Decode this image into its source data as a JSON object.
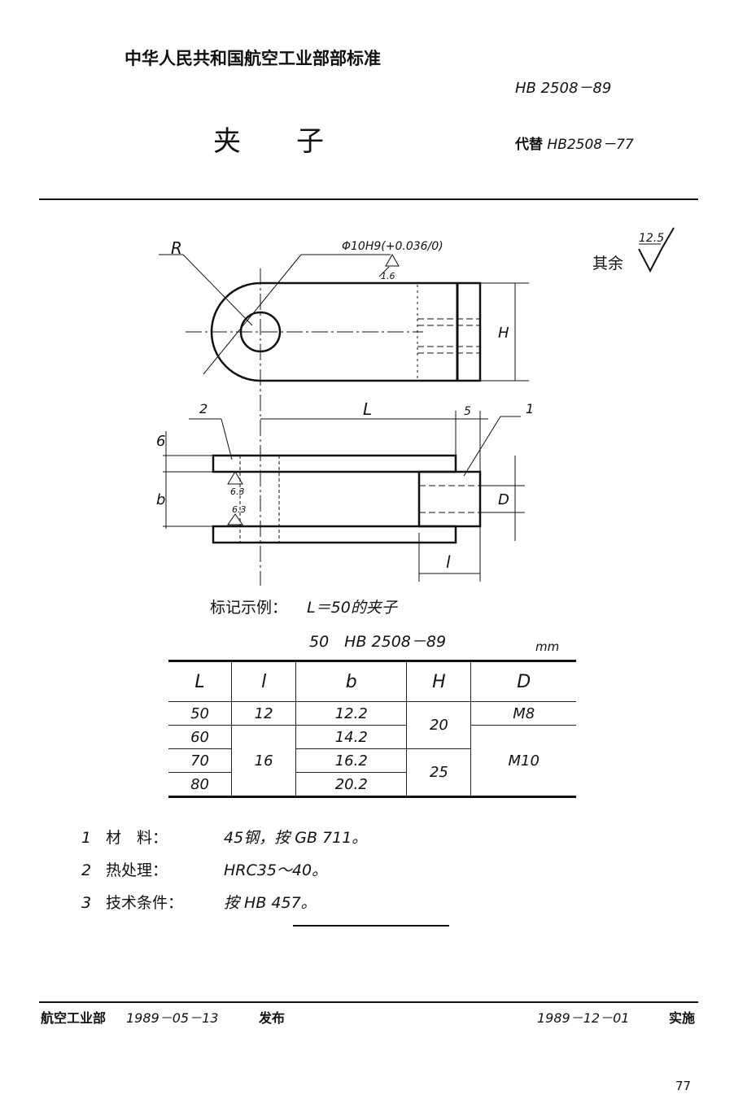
{
  "header": {
    "org_title": "中华人民共和国航空工业部部标准",
    "std_no": "HB 2508－89",
    "title": "夹　　子",
    "replaces_label": "代替",
    "replaces_no": "HB2508－77"
  },
  "drawing": {
    "radius_label": "R",
    "bore_label": "Φ10H9(+0.036/0)",
    "bore_roughness": "1.6",
    "other_roughness_label": "其余",
    "other_roughness": "12.5",
    "height_label": "H",
    "length_label": "L",
    "offset_label": "5",
    "part1_label": "1",
    "part2_label": "2",
    "thickness_label": "6",
    "gap_label": "b",
    "inner_roughness_1": "6.3",
    "inner_roughness_2": "6.3",
    "thread_label": "D",
    "thread_length_label": "l"
  },
  "marking": {
    "label": "标记示例：",
    "text": "L＝50的夹子",
    "code": "50　HB 2508－89"
  },
  "table": {
    "unit": "mm",
    "headers": [
      "L",
      "l",
      "b",
      "H",
      "D"
    ],
    "L": [
      "50",
      "60",
      "70",
      "80"
    ],
    "l": [
      "12",
      "16"
    ],
    "b": [
      "12.2",
      "14.2",
      "16.2",
      "20.2"
    ],
    "H": [
      "20",
      "25"
    ],
    "D": [
      "M8",
      "M10"
    ]
  },
  "notes": [
    {
      "num": "1",
      "label": "材　料：",
      "text": "45钢，按 GB 711。"
    },
    {
      "num": "2",
      "label": "热处理：",
      "text": "HRC35～40。"
    },
    {
      "num": "3",
      "label": "技术条件：",
      "text": "按 HB 457。"
    }
  ],
  "footer": {
    "issuer": "航空工业部",
    "issue_date": "1989－05－13",
    "issue_label": "发布",
    "effective_date": "1989－12－01",
    "effective_label": "实施"
  },
  "page_number": "77"
}
